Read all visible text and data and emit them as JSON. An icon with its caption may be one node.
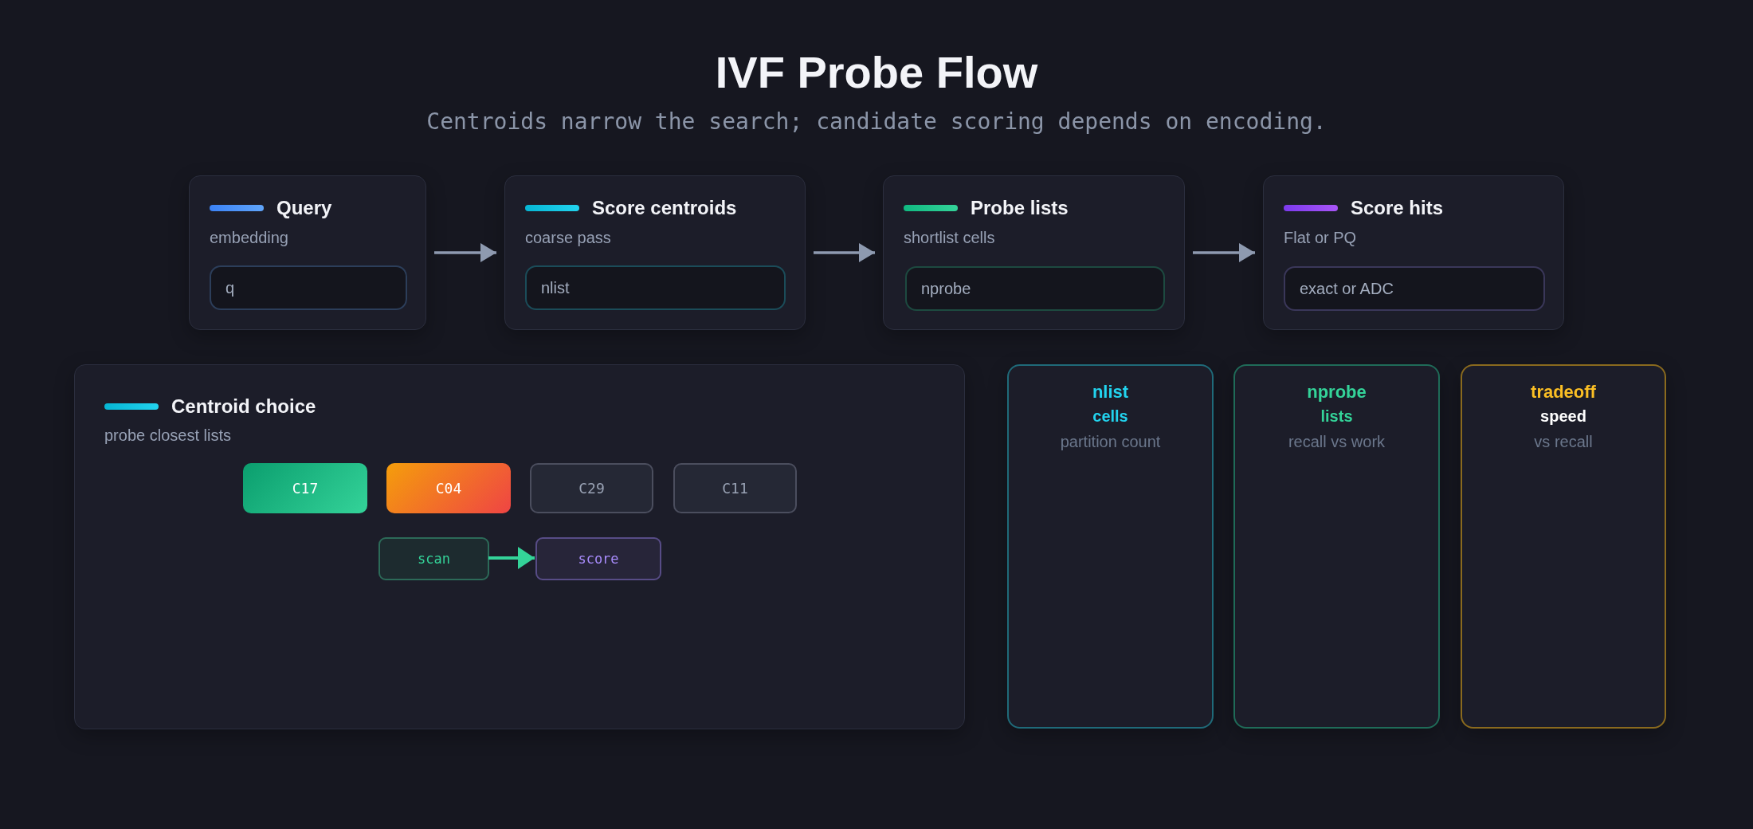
{
  "diagram": {
    "title": "IVF Probe Flow",
    "caption": "Centroids narrow the search; candidate scoring depends on encoding.",
    "nodes": [
      {
        "text": [
          "Query",
          "embedding"
        ]
      },
      {
        "text": [
          "q"
        ],
        "in": 0
      },
      {
        "text": [
          "Score centroids",
          "coarse pass"
        ]
      },
      {
        "text": [
          "nlist"
        ],
        "in": 2
      },
      {
        "text": [
          "Probe lists",
          "shortlist cells"
        ]
      },
      {
        "text": [
          "nprobe"
        ],
        "in": 4
      },
      {
        "text": [
          "Score hits",
          "Flat or PQ"
        ]
      },
      {
        "text": [
          "exact or ADC"
        ],
        "in": 6
      },
      {
        "text": [
          "Centroid choice",
          "probe closest lists"
        ]
      },
      {
        "text": [
          "C17"
        ],
        "in": 8
      },
      {
        "text": [
          "C04"
        ],
        "in": 8
      },
      {
        "text": [
          "C29"
        ],
        "in": 8
      },
      {
        "text": [
          "C11"
        ],
        "in": 8
      },
      {
        "text": [
          "scan"
        ],
        "in": 8
      },
      {
        "text": [
          "score"
        ],
        "in": 8
      },
      {
        "text": [
          "nlist",
          "cells",
          "partition count"
        ]
      },
      {
        "text": [
          "nprobe",
          "lists",
          "recall vs work"
        ]
      },
      {
        "text": [
          "tradeoff",
          "speed",
          "vs recall"
        ]
      }
    ],
    "edges": [
      {
        "from": 0,
        "to": 2,
        "arrow": "to"
      },
      {
        "from": 2,
        "to": 4,
        "arrow": "to"
      },
      {
        "from": 4,
        "to": 6,
        "arrow": "to"
      },
      {
        "from": 13,
        "to": 14,
        "arrow": "to",
        "color": "#34d399"
      }
    ]
  }
}
